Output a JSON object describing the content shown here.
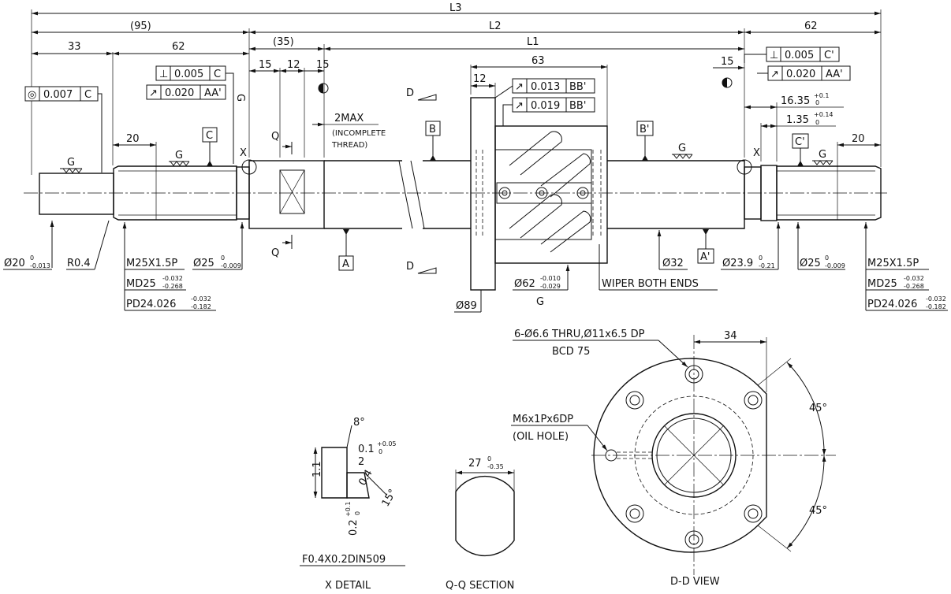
{
  "dims": {
    "L3": "L3",
    "L2": "L2",
    "L1": "L1",
    "d95": "(95)",
    "d62a": "62",
    "d62b": "62",
    "d33": "33",
    "d35": "(35)",
    "d15a": "15",
    "d12a": "12",
    "d15b": "15",
    "d63": "63",
    "d12b": "12",
    "d15c": "15",
    "d20a": "20",
    "d20b": "20",
    "d1635": "16.35",
    "d1635tol": "+0.1",
    "d1635tol0": "0",
    "d135": "1.35",
    "d135tol": "+0.14",
    "d135tol0": "0",
    "d2max": "2MAX",
    "incomplete1": "(INCOMPLETE",
    "incomplete2": "THREAD)",
    "d34": "34",
    "d45a": "45°",
    "d45b": "45°"
  },
  "tolerances": {
    "t1": {
      "sym": "◎",
      "val": "0.007",
      "ref": "C"
    },
    "t2": {
      "sym": "⊥",
      "val": "0.005",
      "ref": "C"
    },
    "t3": {
      "sym": "↗",
      "val": "0.020",
      "ref": "AA'"
    },
    "t4": {
      "sym": "↗",
      "val": "0.013",
      "ref": "BB'"
    },
    "t5": {
      "sym": "↗",
      "val": "0.019",
      "ref": "BB'"
    },
    "t6": {
      "sym": "⊥",
      "val": "0.005",
      "ref": "C'"
    },
    "t7": {
      "sym": "↗",
      "val": "0.020",
      "ref": "AA'"
    }
  },
  "datums": {
    "A": "A",
    "A2": "A'",
    "B": "B",
    "B2": "B'",
    "C": "C",
    "C2": "C'"
  },
  "marks": {
    "G": "G",
    "X": "X",
    "Q": "Q",
    "D": "D"
  },
  "callouts": {
    "d20": "Ø20",
    "d20tol1": "0",
    "d20tol2": "-0.013",
    "r04": "R0.4",
    "m25a": "M25X1.5P",
    "md25a": "MD25",
    "md25tol1": "-0.032",
    "md25tol2": "-0.268",
    "pd24a": "PD24.026",
    "pd24tol1": "-0.032",
    "pd24tol2": "-0.182",
    "d25a": "Ø25",
    "d25tol1": "0",
    "d25tol2": "-0.009",
    "d89": "Ø89",
    "d62": "Ø62",
    "d62tol1": "-0.010",
    "d62tol2": "-0.029",
    "wiper": "WIPER BOTH ENDS",
    "d32": "Ø32",
    "d239": "Ø23.9",
    "d239tol1": "0",
    "d239tol2": "-0.21",
    "d25b": "Ø25",
    "d25btol1": "0",
    "d25btol2": "-0.009",
    "m25b": "M25X1.5P",
    "md25b": "MD25",
    "md25btol1": "-0.032",
    "md25btol2": "-0.268",
    "pd24b": "PD24.026",
    "pd24btol1": "-0.032",
    "pd24btol2": "-0.182"
  },
  "flange": {
    "holes": "6-Ø6.6 THRU,Ø11x6.5 DP",
    "bcd": "BCD 75",
    "oil1": "M6x1Px6DP",
    "oil2": "(OIL HOLE)"
  },
  "xdetail": {
    "a8": "8°",
    "d01": "0.1",
    "d01tol1": "+0.05",
    "d01tol2": "0",
    "d2": "2",
    "d04": "0.4",
    "d11": "1.1",
    "a15": "15°",
    "d02": "0.2",
    "d02tol1": "+0.1",
    "d02tol2": "0",
    "spec": "F0.4X0.2DIN509"
  },
  "qq": {
    "d27": "27",
    "d27tol1": "0",
    "d27tol2": "-0.35"
  },
  "titles": {
    "x": "X DETAIL",
    "qq": "Q-Q SECTION",
    "dd": "D-D VIEW"
  }
}
